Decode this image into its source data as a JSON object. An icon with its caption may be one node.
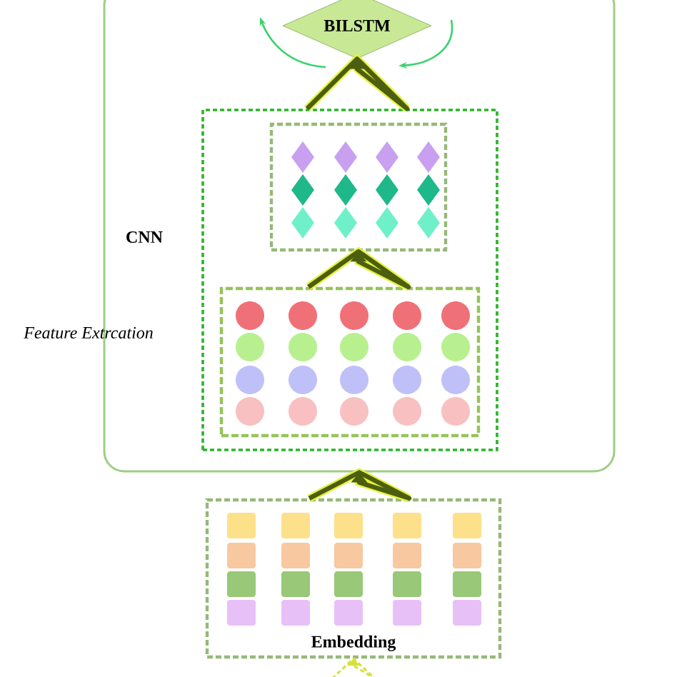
{
  "diagram": {
    "nodes": [
      {
        "text": [],
        "shape": "box"
      },
      {
        "text": [
          "BILSTM"
        ],
        "in": 0
      },
      {
        "text": [],
        "shape": "box",
        "in": 0
      },
      {
        "text": [],
        "shape": "box",
        "in": 2
      },
      {
        "text": [],
        "shape": "box",
        "in": 2
      },
      {
        "text": [
          "Embedding"
        ]
      }
    ],
    "edges": [
      {
        "from": 4,
        "to": 3,
        "arrow": "to"
      },
      {
        "from": 2,
        "to": 1,
        "arrow": "to"
      },
      {
        "from": 5,
        "to": 0,
        "arrow": "to"
      },
      {
        "from": null,
        "to": 5,
        "arrow": "to",
        "style": "dashed",
        "color": "#d8e040"
      }
    ],
    "labels": [
      "CNN",
      "*Feature Extrcation*"
    ]
  }
}
